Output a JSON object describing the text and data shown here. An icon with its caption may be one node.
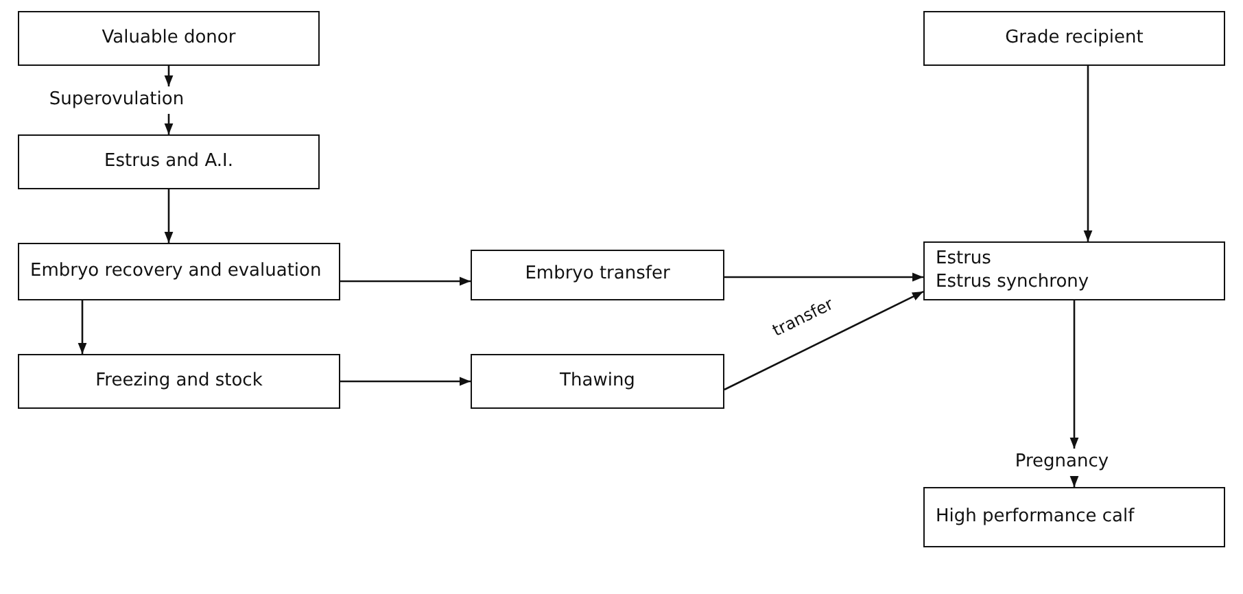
{
  "diagram": {
    "nodes": [
      {
        "text": [
          "Valuable donor"
        ]
      },
      {
        "text": [
          "Superovulation"
        ]
      },
      {
        "text": [
          "Estrus and A.I."
        ]
      },
      {
        "text": [
          "Embryo recovery and evaluation"
        ]
      },
      {
        "text": [
          "Freezing and stock"
        ]
      },
      {
        "text": [
          "Embryo transfer"
        ]
      },
      {
        "text": [
          "Thawing"
        ]
      },
      {
        "text": [
          "Grade recipient"
        ]
      },
      {
        "text": [
          "Estrus",
          "Estrus synchrony"
        ]
      },
      {
        "text": [
          "Pregnancy"
        ]
      },
      {
        "text": [
          "High performance calf"
        ]
      }
    ],
    "edges": [
      {
        "from": 0,
        "to": 1,
        "arrow": "to"
      },
      {
        "from": 1,
        "to": 2,
        "arrow": "to"
      },
      {
        "from": 2,
        "to": 3,
        "arrow": "to"
      },
      {
        "from": 3,
        "to": 4,
        "arrow": "to"
      },
      {
        "from": 3,
        "to": 5,
        "arrow": "to"
      },
      {
        "from": 4,
        "to": 6,
        "arrow": "to"
      },
      {
        "from": 5,
        "to": 8,
        "arrow": "to"
      },
      {
        "from": 6,
        "to": 8,
        "arrow": "to",
        "label": "transfer"
      },
      {
        "from": 7,
        "to": 8,
        "arrow": "to"
      },
      {
        "from": 8,
        "to": 9,
        "arrow": "to"
      },
      {
        "from": 9,
        "to": 10,
        "arrow": "to"
      }
    ]
  }
}
